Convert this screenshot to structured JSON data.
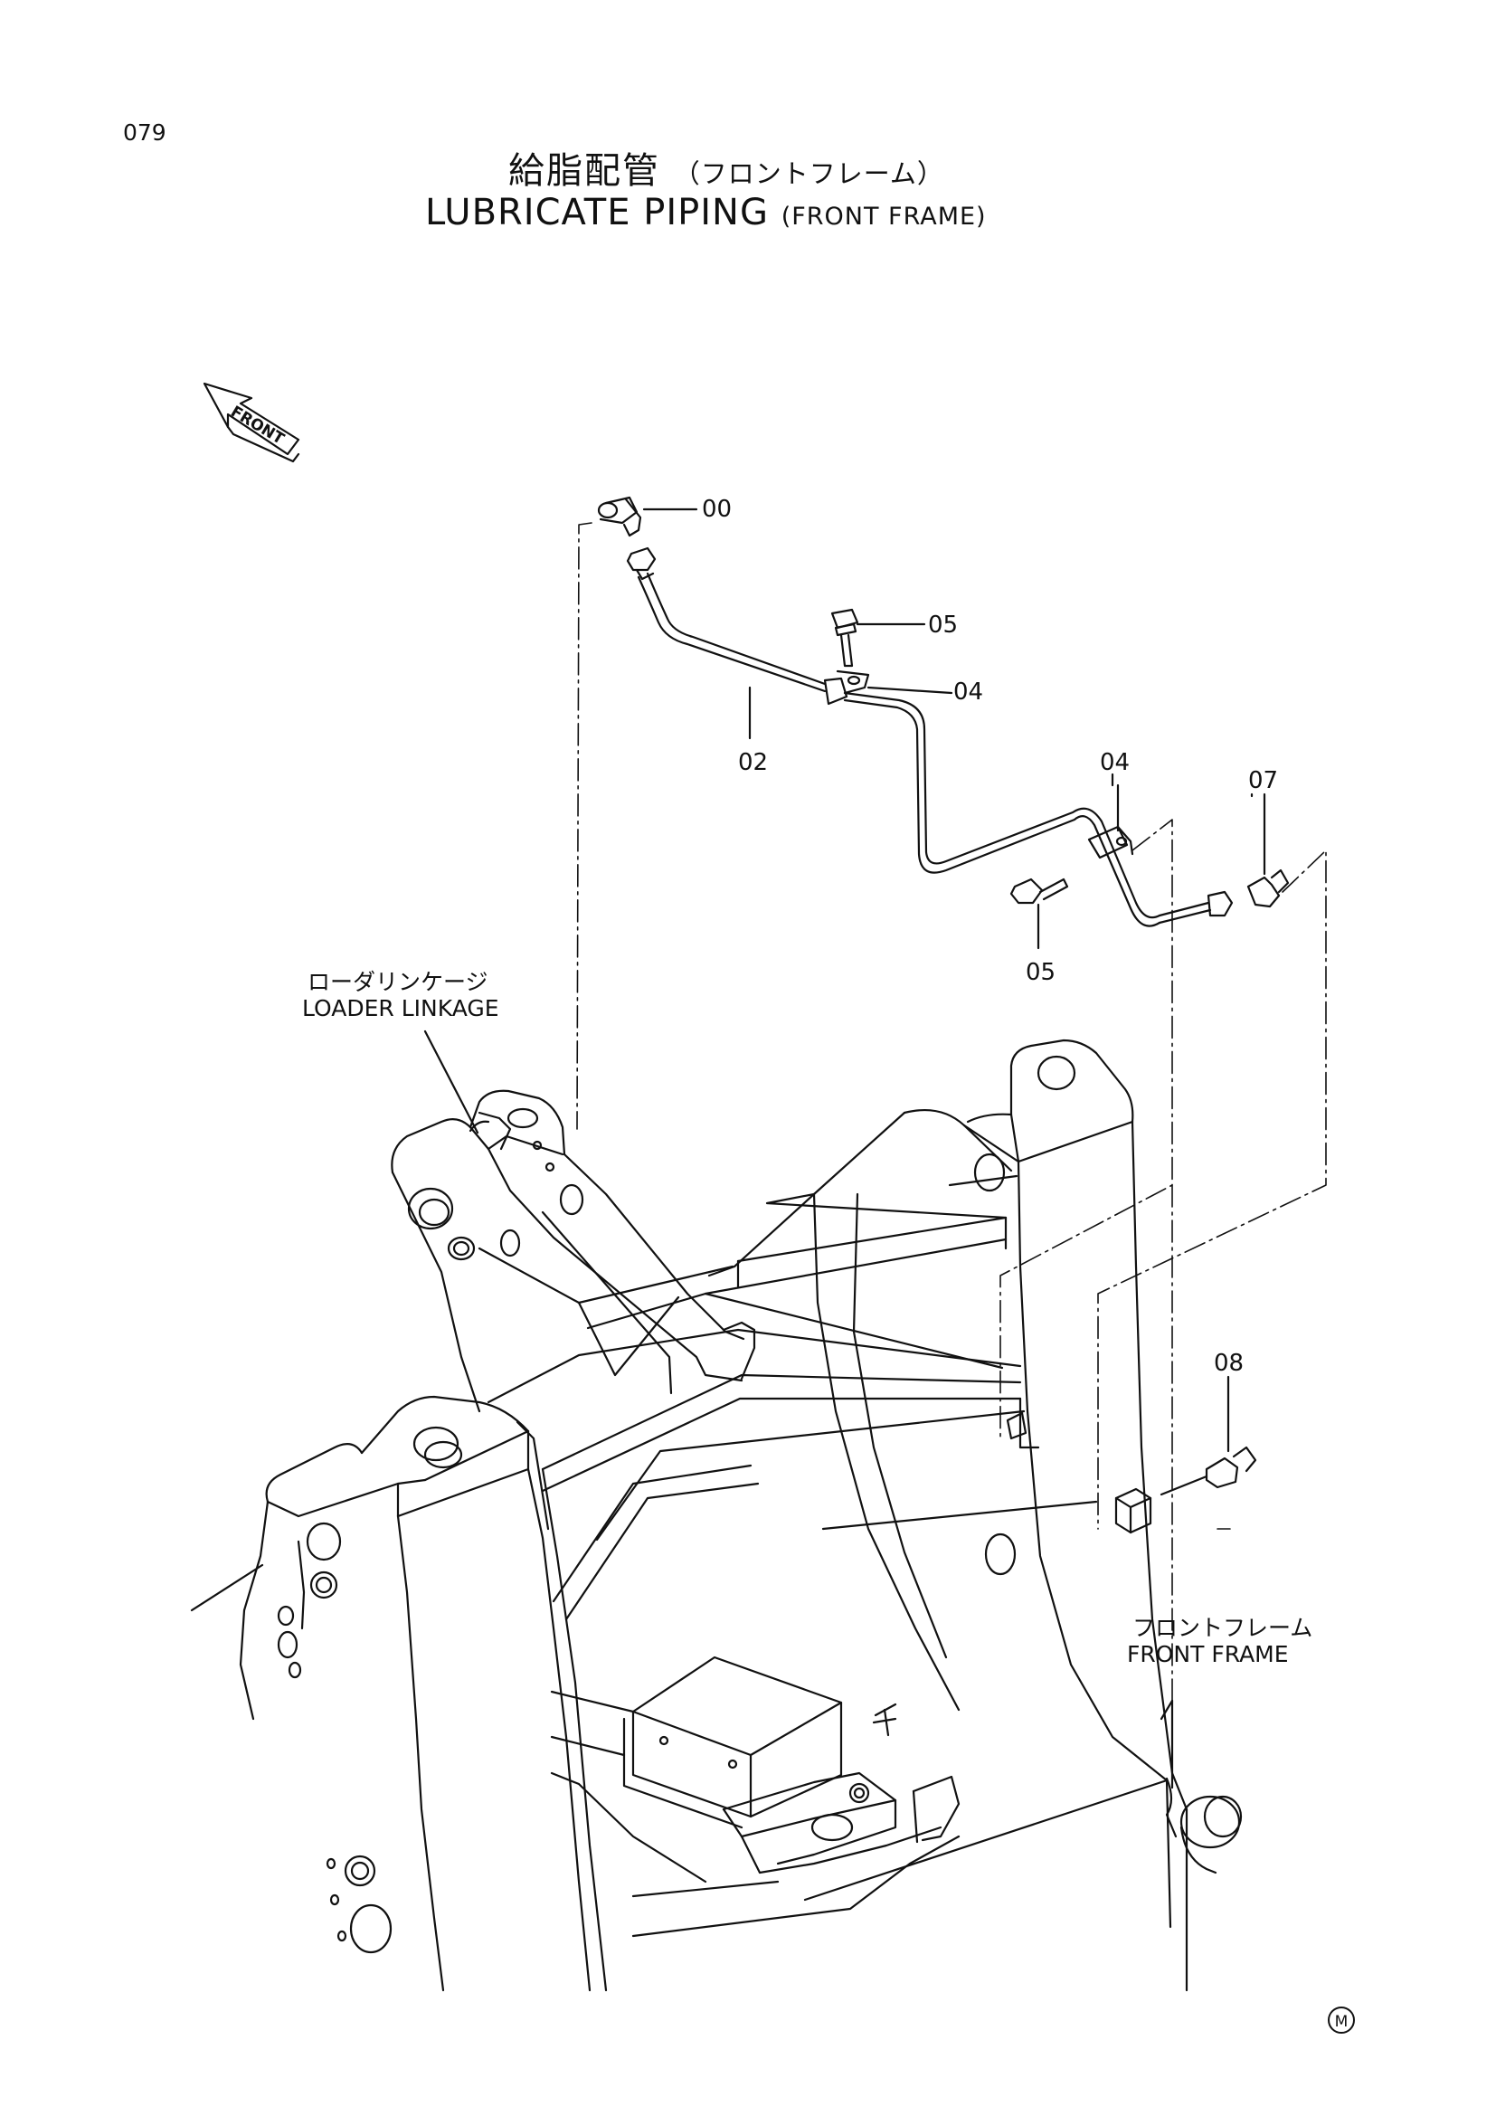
{
  "page_number": "079",
  "title": {
    "ja": "給脂配管",
    "ja_sub": "（フロントフレーム）",
    "en": "LUBRICATE PIPING",
    "en_sub": "(FRONT FRAME)"
  },
  "front_arrow": "FRONT",
  "callouts": {
    "p00": "00",
    "p02": "02",
    "p04a": "04",
    "p04b": "04",
    "p05a": "05",
    "p05b": "05",
    "p07": "07",
    "p08": "08"
  },
  "labels": {
    "loader_linkage_ja": "ローダリンケージ",
    "loader_linkage_en": "LOADER LINKAGE",
    "front_frame_ja": "フロントフレーム",
    "front_frame_en": "FRONT FRAME"
  },
  "page_mark": "M"
}
